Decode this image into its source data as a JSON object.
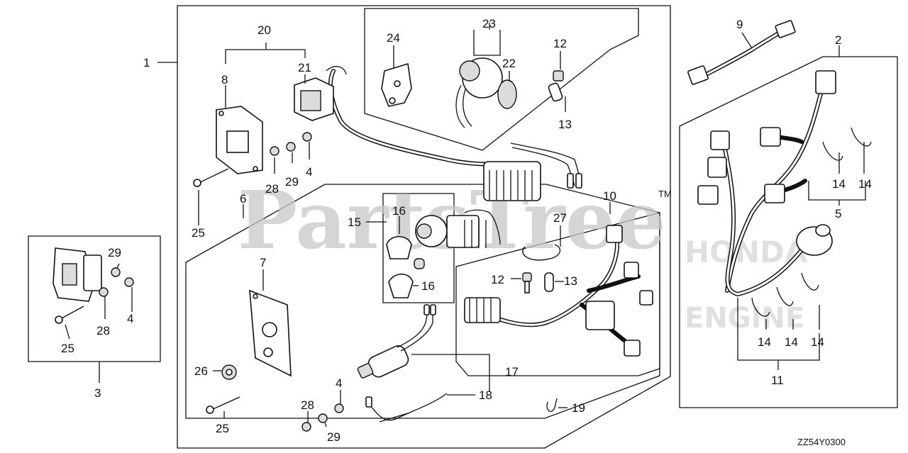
{
  "watermark": {
    "text": "PartsTree",
    "tm": "TM"
  },
  "diagram_code": "ZZ54Y0300",
  "callouts": {
    "c1": "1",
    "c2": "2",
    "c3": "3",
    "c4a": "4",
    "c4b": "4",
    "c4c": "4",
    "c5": "5",
    "c6": "6",
    "c7": "7",
    "c8": "8",
    "c9": "9",
    "c10": "10",
    "c11": "11",
    "c12a": "12",
    "c12b": "12",
    "c13a": "13",
    "c13b": "13",
    "c14a": "14",
    "c14b": "14",
    "c14c": "14",
    "c14d": "14",
    "c14e": "14",
    "c15": "15",
    "c16a": "16",
    "c16b": "16",
    "c17": "17",
    "c18": "18",
    "c19": "19",
    "c20": "20",
    "c21": "21",
    "c22": "22",
    "c23": "23",
    "c24": "24",
    "c25a": "25",
    "c25b": "25",
    "c25c": "25",
    "c26": "26",
    "c27": "27",
    "c28a": "28",
    "c28b": "28",
    "c28c": "28",
    "c29a": "29",
    "c29b": "29",
    "c29c": "29"
  }
}
